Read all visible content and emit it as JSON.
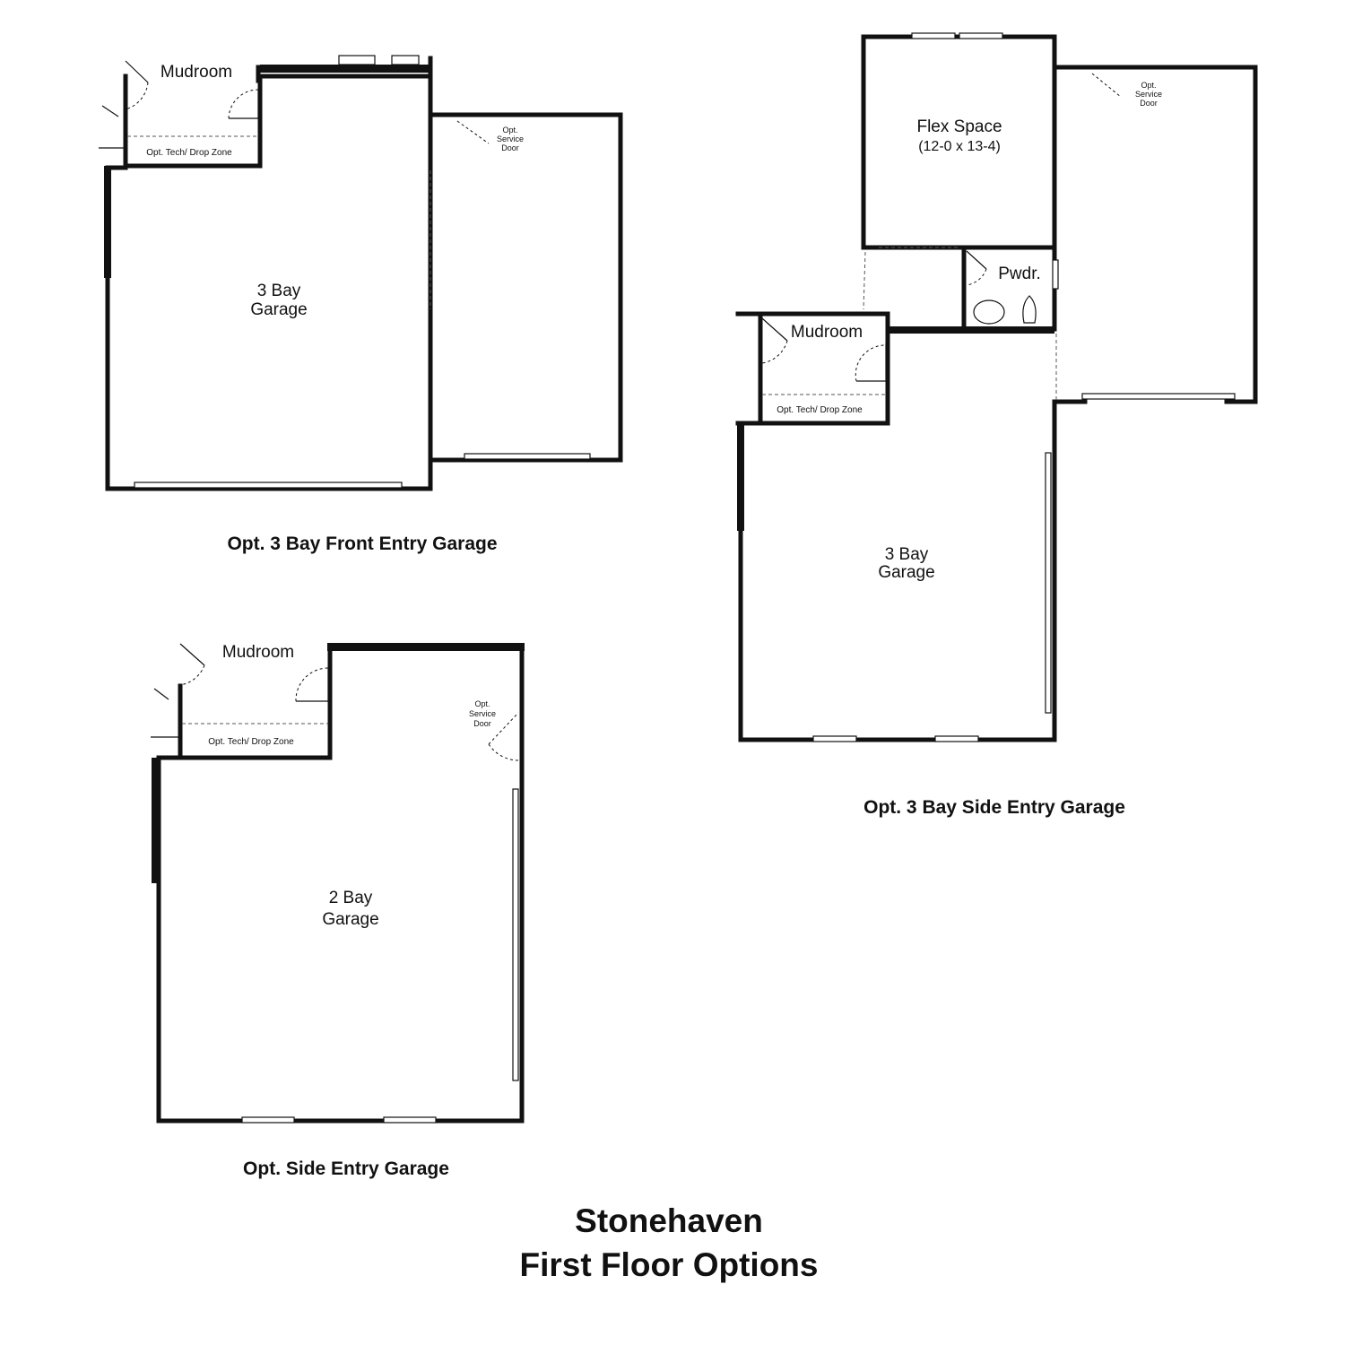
{
  "plans": {
    "front": {
      "mudroom": "Mudroom",
      "tech_zone": "Opt. Tech/ Drop Zone",
      "garage_line1": "3 Bay",
      "garage_line2": "Garage",
      "service_line1": "Opt.",
      "service_line2": "Service",
      "service_line3": "Door",
      "caption": "Opt. 3 Bay Front Entry Garage"
    },
    "side3": {
      "flex_line1": "Flex Space",
      "flex_line2": "(12-0 x 13-4)",
      "powder": "Pwdr.",
      "mudroom": "Mudroom",
      "tech_zone": "Opt. Tech/ Drop Zone",
      "garage_line1": "3 Bay",
      "garage_line2": "Garage",
      "service_line1": "Opt.",
      "service_line2": "Service",
      "service_line3": "Door",
      "caption": "Opt. 3 Bay Side Entry Garage"
    },
    "side2": {
      "mudroom": "Mudroom",
      "tech_zone": "Opt. Tech/ Drop Zone",
      "garage_line1": "2 Bay",
      "garage_line2": "Garage",
      "service_line1": "Opt.",
      "service_line2": "Service",
      "service_line3": "Door",
      "caption": "Opt. Side Entry Garage"
    }
  },
  "title": {
    "line1": "Stonehaven",
    "line2": "First Floor Options"
  }
}
